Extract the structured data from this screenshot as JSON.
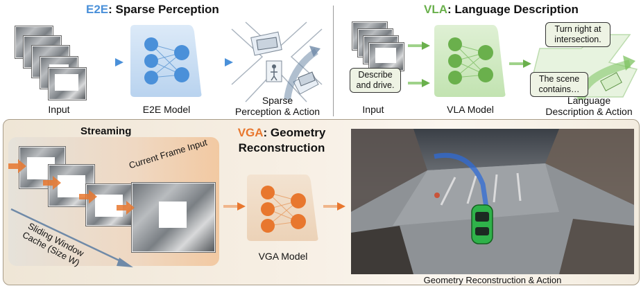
{
  "top_left": {
    "title_accent": "E2E",
    "title_rest": ": Sparse Perception",
    "accent_color": "#4a90d9",
    "input_label": "Input",
    "model_label": "E2E Model",
    "output_label_line1": "Sparse",
    "output_label_line2": "Perception & Action"
  },
  "top_right": {
    "title_accent": "VLA",
    "title_rest": ": Language Description",
    "accent_color": "#6ab04c",
    "bubble_prompt_line1": "Describe",
    "bubble_prompt_line2": "and drive.",
    "bubble_turn_line1": "Turn right at",
    "bubble_turn_line2": "intersection.",
    "bubble_scene_line1": "The scene",
    "bubble_scene_line2": "contains…",
    "input_label": "Input",
    "model_label": "VLA Model",
    "output_label_line1": "Language",
    "output_label_line2": "Description & Action"
  },
  "bottom": {
    "streaming_label": "Streaming",
    "current_frame_label": "Current Frame Input",
    "cache_label_line1": "Sliding Window",
    "cache_label_line2": "Cache (Size W)",
    "title_accent": "VGA",
    "title_rest": ": Geometry",
    "title_line2": "Reconstruction",
    "accent_color": "#e8772e",
    "model_label": "VGA Model",
    "output_label": "Geometry Reconstruction & Action"
  }
}
